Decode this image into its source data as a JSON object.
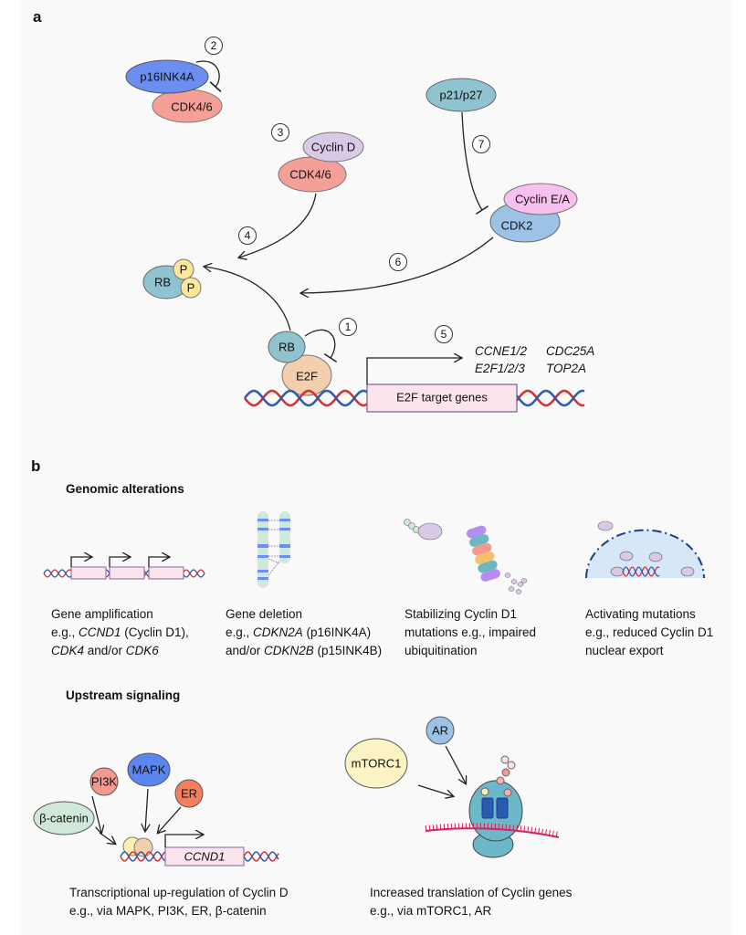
{
  "panel_a": {
    "label": "a",
    "nodes": {
      "p16": "p16INK4A",
      "cdk46_top": "CDK4/6",
      "cyclin_d": "Cyclin D",
      "cdk46_mid": "CDK4/6",
      "rb_p": "RB",
      "p": "P",
      "p21": "p21/p27",
      "cyclin_ea": "Cyclin E/A",
      "cdk2": "CDK2",
      "rb": "RB",
      "e2f": "E2F",
      "target_box": "E2F target genes"
    },
    "steps": [
      "1",
      "2",
      "3",
      "4",
      "5",
      "6",
      "7"
    ],
    "genes": [
      "CCNE1/2",
      "CDC25A",
      "E2F1/2/3",
      "TOP2A"
    ],
    "colors": {
      "p16": "#6b8ff0",
      "cdk46": "#f4a098",
      "cyclin_d": "#d9c9e6",
      "teal": "#8fc3cf",
      "p": "#fde79b",
      "cyclin_ea": "#f7c0ee",
      "cdk2": "#9cc3e6",
      "e2f": "#f4cfae",
      "box": "#fce4ec"
    }
  },
  "panel_b": {
    "label": "b",
    "genomic_title": "Genomic alterations",
    "genomic": [
      {
        "lines": [
          [
            {
              "t": "Gene amplification"
            }
          ],
          [
            {
              "t": "e.g., "
            },
            {
              "t": "CCND1",
              "i": true
            },
            {
              "t": " (Cyclin D1),"
            }
          ],
          [
            {
              "t": "CDK4",
              "i": true
            },
            {
              "t": " and/or "
            },
            {
              "t": "CDK6",
              "i": true
            }
          ]
        ]
      },
      {
        "lines": [
          [
            {
              "t": "Gene deletion"
            }
          ],
          [
            {
              "t": "e.g., "
            },
            {
              "t": "CDKN2A",
              "i": true
            },
            {
              "t": " (p16INK4A)"
            }
          ],
          [
            {
              "t": "and/or "
            },
            {
              "t": "CDKN2B",
              "i": true
            },
            {
              "t": " (p15INK4B)"
            }
          ]
        ]
      },
      {
        "lines": [
          [
            {
              "t": "Stabilizing Cyclin D1"
            }
          ],
          [
            {
              "t": "mutations e.g., impaired"
            }
          ],
          [
            {
              "t": "ubiquitination"
            }
          ]
        ]
      },
      {
        "lines": [
          [
            {
              "t": "Activating mutations"
            }
          ],
          [
            {
              "t": "e.g., reduced Cyclin D1"
            }
          ],
          [
            {
              "t": "nuclear export"
            }
          ]
        ]
      }
    ],
    "upstream_title": "Upstream signaling",
    "signals": {
      "pi3k": "PI3K",
      "mapk": "MAPK",
      "er": "ER",
      "bcat": "β-catenin",
      "ccnd1": "CCND1",
      "mtorc1": "mTORC1",
      "ar": "AR"
    },
    "upstream": [
      {
        "lines": [
          [
            {
              "t": "Transcriptional up-regulation of Cyclin D"
            }
          ],
          [
            {
              "t": "e.g., via MAPK, PI3K, ER, β-catenin"
            }
          ]
        ]
      },
      {
        "lines": [
          [
            {
              "t": "Increased translation of Cyclin genes"
            }
          ],
          [
            {
              "t": "e.g., via mTORC1, AR"
            }
          ]
        ]
      }
    ]
  }
}
